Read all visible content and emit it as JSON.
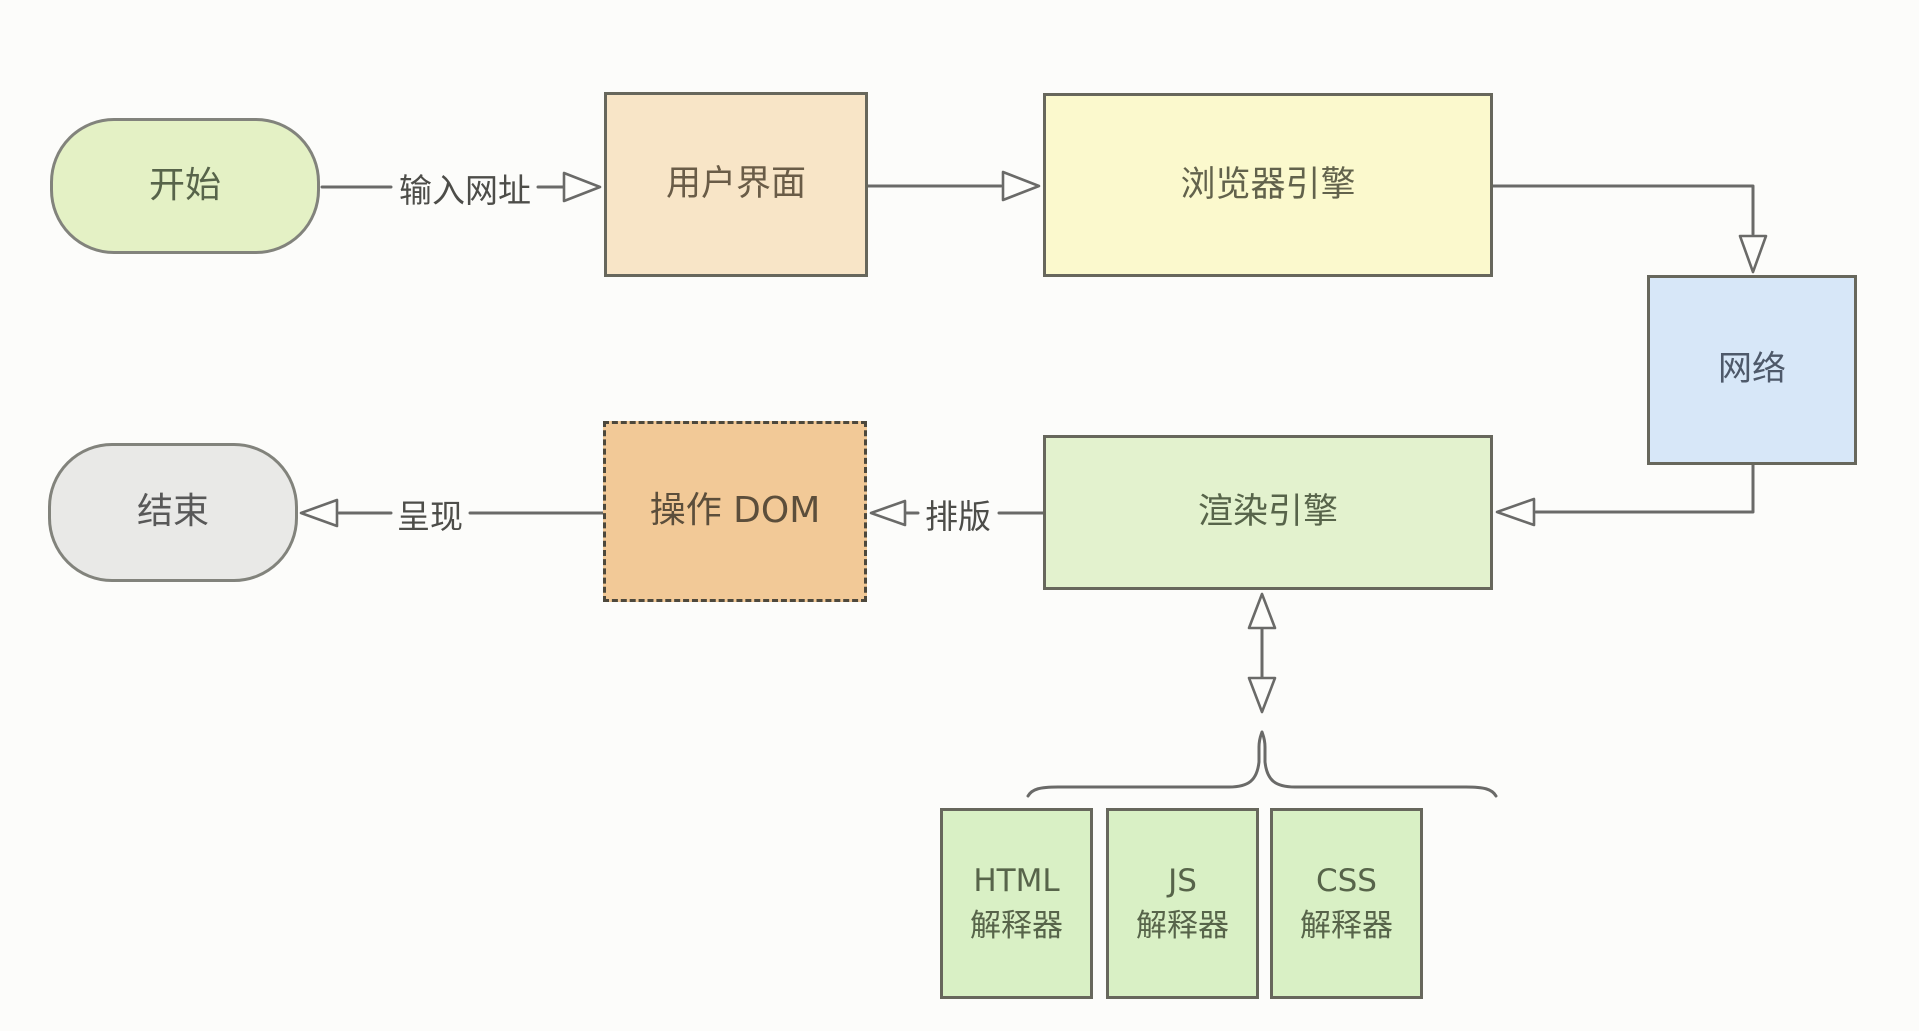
{
  "diagram": {
    "title": "browser-rendering-flowchart",
    "background": "#fcfcfa",
    "line_color": "#6a6a68",
    "nodes": {
      "start": {
        "label": "开始",
        "fill": "#e4f1c5",
        "shape": "pill"
      },
      "ui": {
        "label": "用户界面",
        "fill": "#f8e5c7",
        "shape": "rect"
      },
      "browser_engine": {
        "label": "浏览器引擎",
        "fill": "#fbf9cd",
        "shape": "rect"
      },
      "network": {
        "label": "网络",
        "fill": "#d7e7f8",
        "shape": "rect"
      },
      "render_engine": {
        "label": "渲染引擎",
        "fill": "#e3f2ce",
        "shape": "rect"
      },
      "dom": {
        "label": "操作 DOM",
        "fill": "#f2c997",
        "shape": "rect-dashed"
      },
      "end": {
        "label": "结束",
        "fill": "#e9e9e7",
        "shape": "pill"
      },
      "html_interpreter": {
        "label": "HTML\n解释器",
        "fill": "#d9f0c5",
        "shape": "rect"
      },
      "js_interpreter": {
        "label": "JS\n解释器",
        "fill": "#d9f0c5",
        "shape": "rect"
      },
      "css_interpreter": {
        "label": "CSS\n解释器",
        "fill": "#d9f0c5",
        "shape": "rect"
      }
    },
    "edge_labels": {
      "enter_url": "输入网址",
      "layout": "排版",
      "present": "呈现"
    }
  }
}
